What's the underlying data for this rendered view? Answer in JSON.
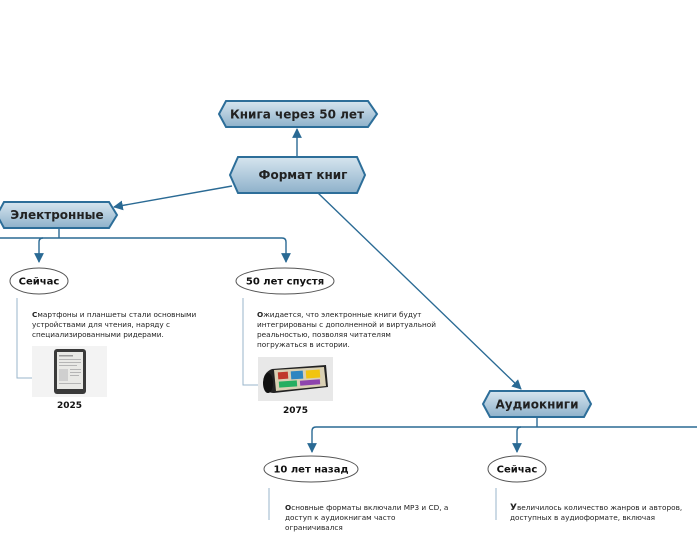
{
  "colors": {
    "connector": "#2a6a94",
    "bracket": "#8aaac4",
    "node_fill_top": "#c9dce9",
    "node_fill_bottom": "#8fb2cc",
    "node_border": "#2d6e99",
    "bubble_border": "#555555"
  },
  "nodes": {
    "top": "Книга через 50 лет",
    "center": "Формат книг",
    "electronic": "Электронные",
    "audio": "Аудиокниги"
  },
  "bubbles": {
    "e_now": "Сейчас",
    "e_future": "50 лет спустя",
    "a_past": "10 лет назад",
    "a_now": "Сейчас"
  },
  "notes": {
    "e_now": {
      "first": "С",
      "rest": "мартфоны и планшеты стали основными устройствами для чтения, наряду с специализированными ридерами."
    },
    "e_future": {
      "first": "О",
      "rest": "жидается, что электронные книги будут интегрированы с дополненной и виртуальной реальностью, позволяя читателям погружаться в истории."
    },
    "a_past": {
      "first": "О",
      "rest": "сновные форматы включали MP3 и CD, а доступ к аудиокнигам часто ограничивался"
    },
    "a_now": {
      "first": "У",
      "rest": "величилось количество жанров и авторов, доступных в аудиоформате, включая"
    }
  },
  "images": {
    "e_now": {
      "icon": "ereader-image",
      "caption": "2025"
    },
    "e_future": {
      "icon": "flexible-screen-image",
      "caption": "2075"
    }
  }
}
